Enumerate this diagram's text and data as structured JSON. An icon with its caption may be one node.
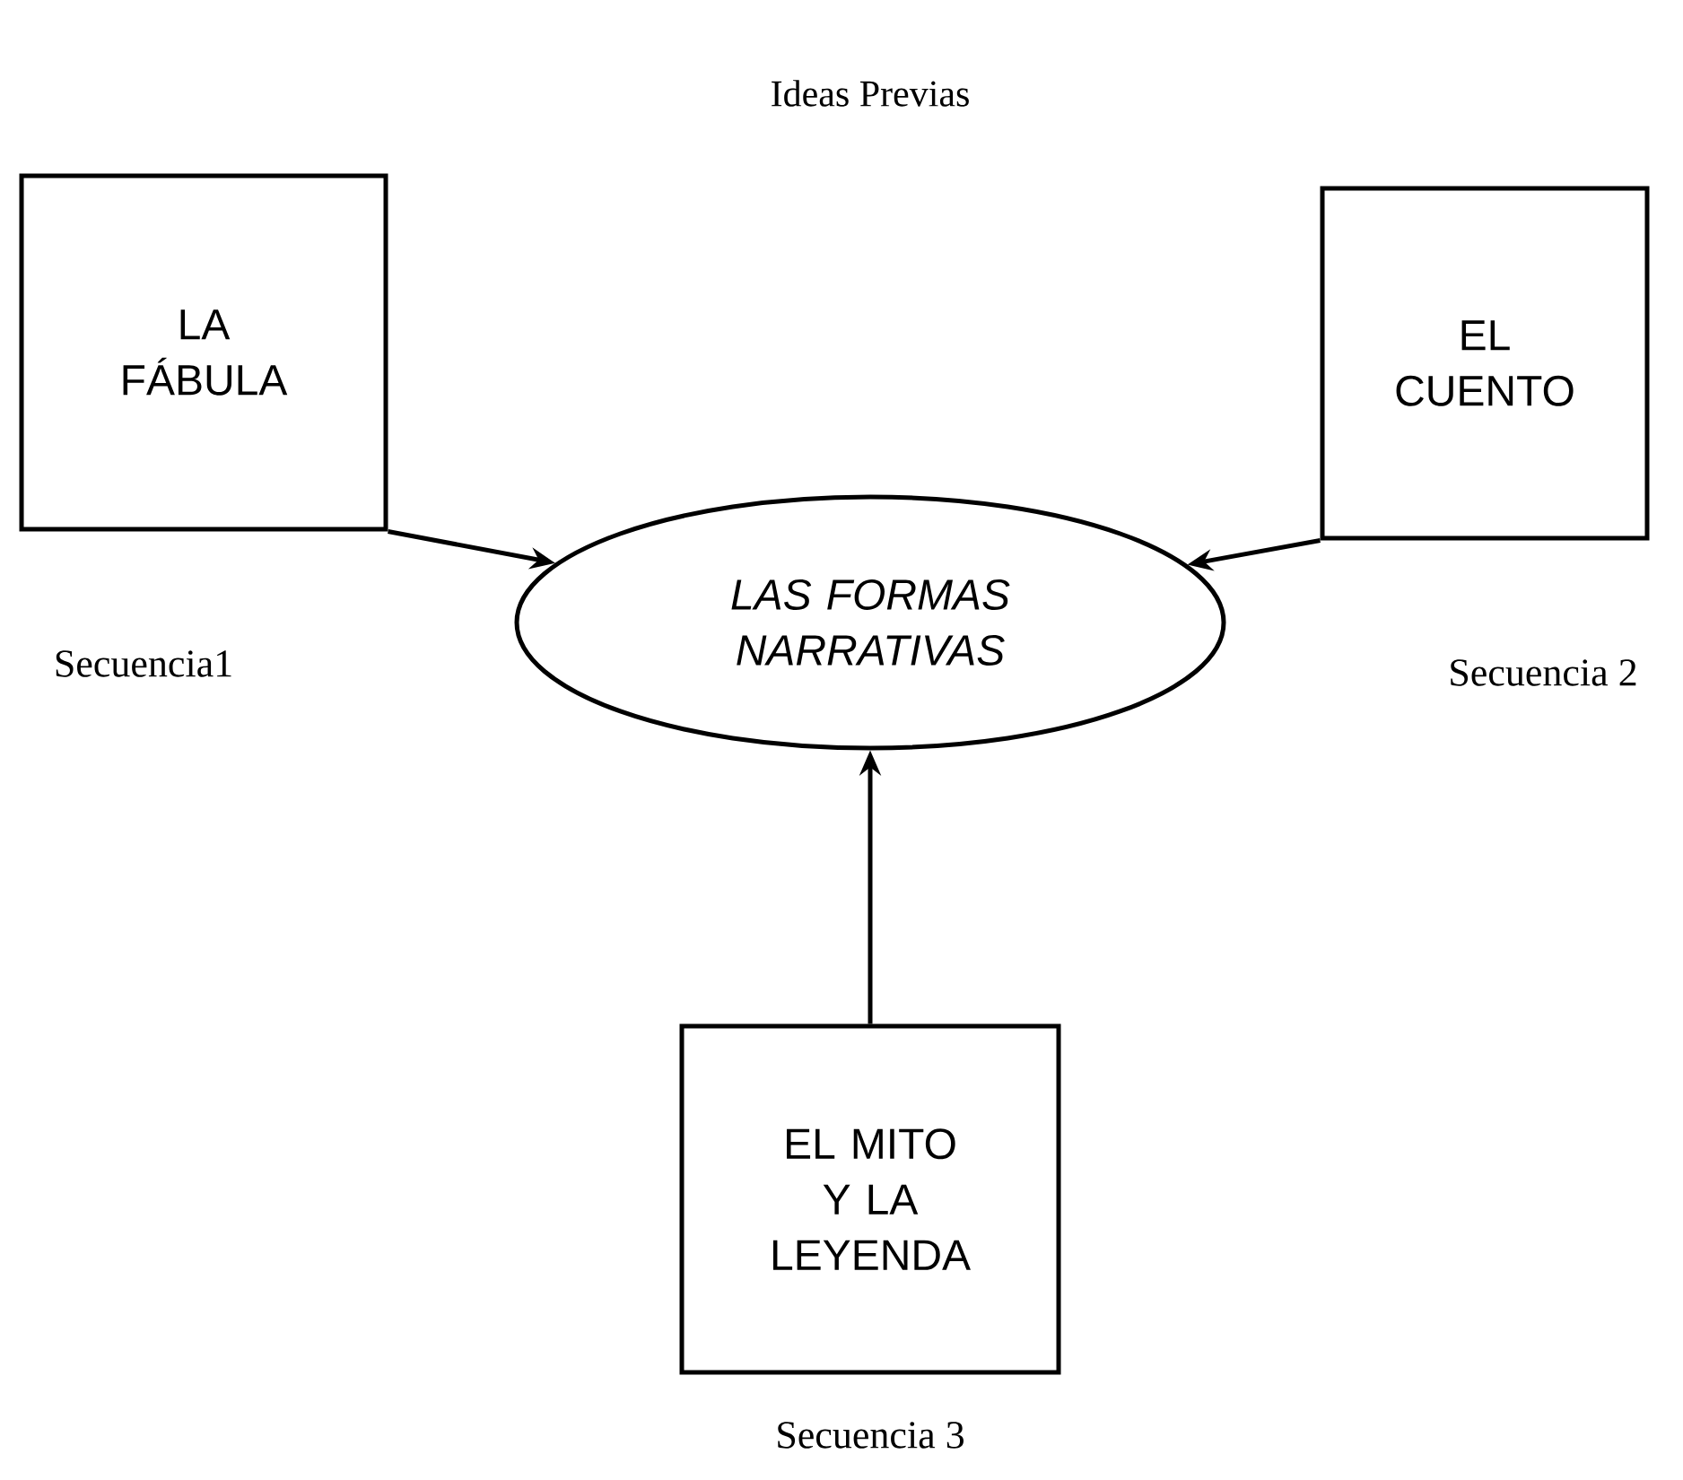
{
  "diagram": {
    "title": "Ideas Previas",
    "nodes": [
      {
        "text": [
          "LA FÁBULA"
        ],
        "beside": [
          "Secuencia1"
        ]
      },
      {
        "text": [
          "EL CUENTO"
        ],
        "beside": [
          "Secuencia 2"
        ]
      },
      {
        "text": [
          "EL MITO Y LA LEYENDA"
        ],
        "beside": [
          "Secuencia 3"
        ]
      },
      {
        "text": [
          "LAS FORMAS NARRATIVAS"
        ]
      }
    ],
    "edges": [
      {
        "from": 0,
        "to": 3,
        "arrow": "to"
      },
      {
        "from": 1,
        "to": 3,
        "arrow": "to"
      },
      {
        "from": 2,
        "to": 3,
        "arrow": "to"
      }
    ]
  }
}
